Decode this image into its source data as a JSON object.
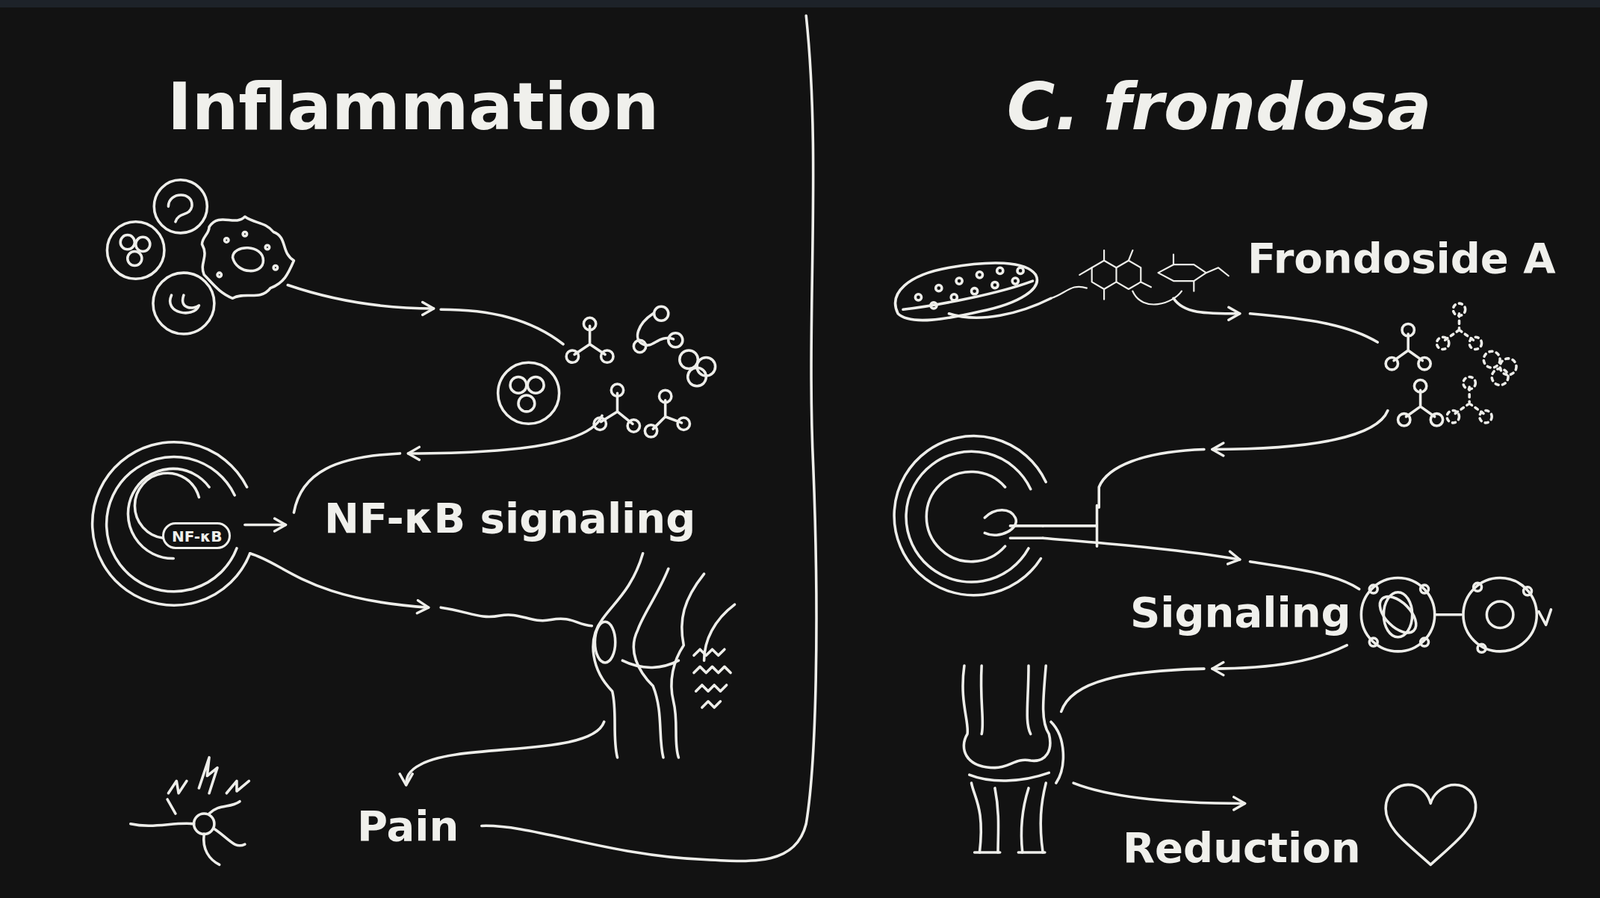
{
  "diagram": {
    "nodes": [
      {
        "text": [
          "NF-κB"
        ]
      }
    ],
    "labels": [
      "Inflammation",
      "C. frondosa",
      "NF-κB signaling",
      "Pain",
      "Frondoside A",
      "Signaling",
      "Reduction"
    ]
  }
}
